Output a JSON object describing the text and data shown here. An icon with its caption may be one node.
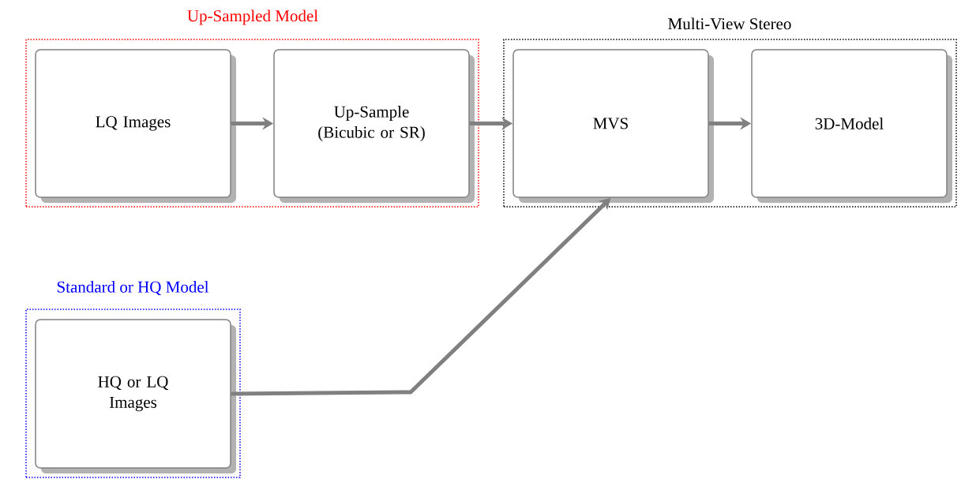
{
  "diagram": {
    "nodes": [
      {
        "text": [
          "Up-Sampled Model"
        ]
      },
      {
        "text": [
          "LQ Images"
        ],
        "in": 0
      },
      {
        "text": [
          "Up-Sample (Bicubic or SR)"
        ],
        "in": 0
      },
      {
        "text": [
          "Multi-View Stereo"
        ]
      },
      {
        "text": [
          "MVS"
        ],
        "in": 3
      },
      {
        "text": [
          "3D-Model"
        ],
        "in": 3
      },
      {
        "text": [
          "Standard or HQ Model"
        ]
      },
      {
        "text": [
          "HQ or LQ Images"
        ],
        "in": 6
      }
    ],
    "edges": [
      {
        "from": 1,
        "to": 2,
        "arrow": "to"
      },
      {
        "from": 2,
        "to": 4,
        "arrow": "to"
      },
      {
        "from": 4,
        "to": 5,
        "arrow": "to"
      },
      {
        "from": 7,
        "to": 4,
        "arrow": "to"
      }
    ]
  }
}
